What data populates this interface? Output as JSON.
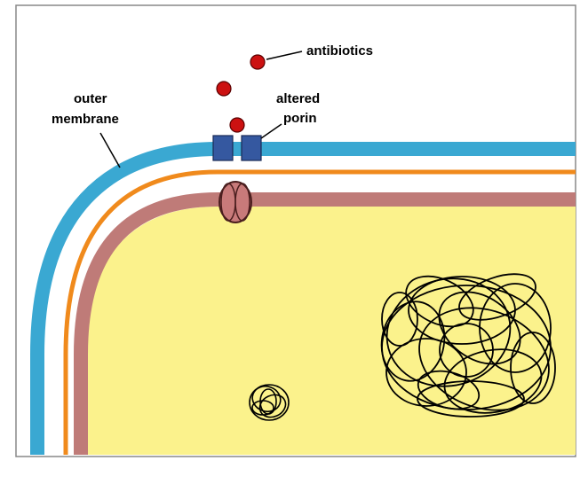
{
  "labels": {
    "antibiotics": "antibiotics",
    "outer_line1": "outer",
    "outer_line2": "membrane",
    "porin_line1": "altered",
    "porin_line2": "porin"
  },
  "colors": {
    "outer_membrane": "#3aa8d2",
    "peptidoglycan": "#f08a1c",
    "inner_membrane": "#bf7b78",
    "cytoplasm": "#fbf28c",
    "porin": "#3558a0",
    "antibiotic": "#cc1111",
    "inner_protein": "#c87a7a",
    "dna": "#000000"
  },
  "icons": {
    "antibiotic": "antibiotic-molecule-icon",
    "porin": "altered-porin-icon",
    "dna": "nucleoid-dna-icon",
    "plasmid": "plasmid-icon"
  }
}
